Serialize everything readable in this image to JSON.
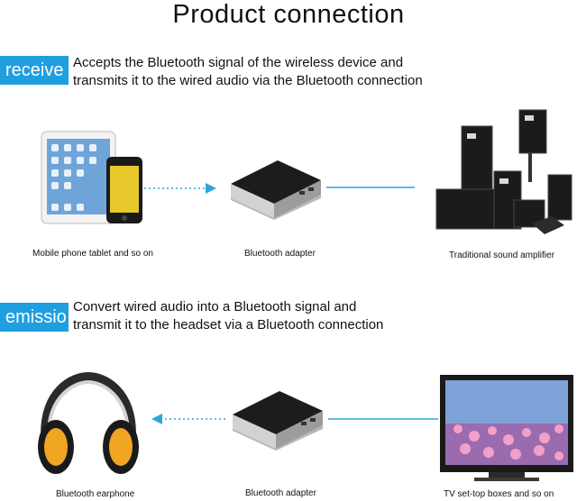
{
  "title": "Product connection",
  "receive": {
    "badge": "receive",
    "line1": "Accepts the Bluetooth signal of the wireless device and",
    "line2": "transmits it to the wired audio via the Bluetooth connection",
    "captions": {
      "source": "Mobile  phone  tablet  and so on",
      "adapter": "Bluetooth adapter",
      "target": "Traditional sound  amplifier"
    }
  },
  "emission": {
    "badge": "emissio",
    "line1": "Convert wired audio into a Bluetooth signal and",
    "line2": "transmit it to the headset via a Bluetooth connection",
    "captions": {
      "target": "Bluetooth earphone",
      "adapter": "Bluetooth adapter",
      "source": "TV set-top boxes and so on"
    }
  },
  "colors": {
    "accent": "#1f9fe0",
    "arrow": "#2aa6dc"
  }
}
